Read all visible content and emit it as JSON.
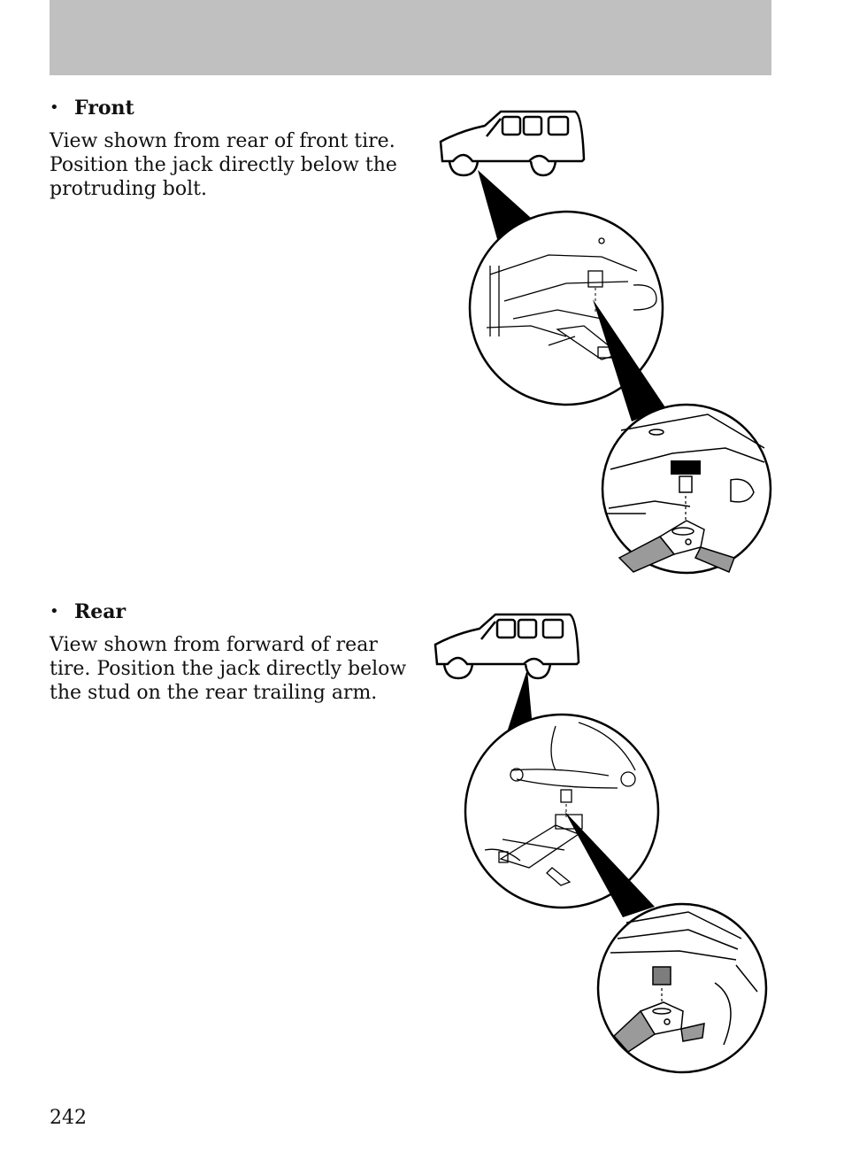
{
  "sections": [
    {
      "bullet": "•",
      "heading": "Front",
      "text": "View shown from rear of front tire. Position the jack directly below the protruding bolt."
    },
    {
      "bullet": "•",
      "heading": "Rear",
      "text": "View shown from forward of rear tire. Position the jack directly below the stud on the rear trailing arm."
    }
  ],
  "page_number": "242"
}
